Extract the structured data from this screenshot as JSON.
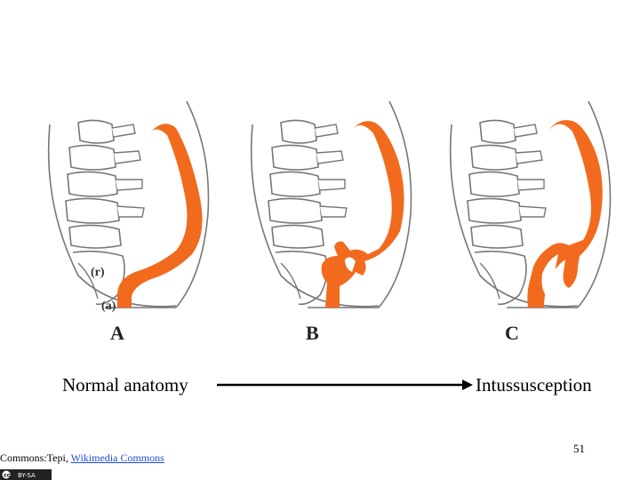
{
  "panels": [
    {
      "letter": "A"
    },
    {
      "letter": "B"
    },
    {
      "letter": "C"
    }
  ],
  "labels": {
    "rectum": "(r)",
    "anus": "(a)"
  },
  "captions": {
    "left": "Normal anatomy",
    "right": "Intussusception"
  },
  "credit": {
    "prefix": "Commons:Tepi, ",
    "link_text": "Wikimedia Commons"
  },
  "license_badge": "BY-SA",
  "page_number": "51",
  "colors": {
    "bowel": "#f26a1d",
    "outline": "#777777",
    "spine": "#ffffff",
    "arrow": "#000000"
  }
}
